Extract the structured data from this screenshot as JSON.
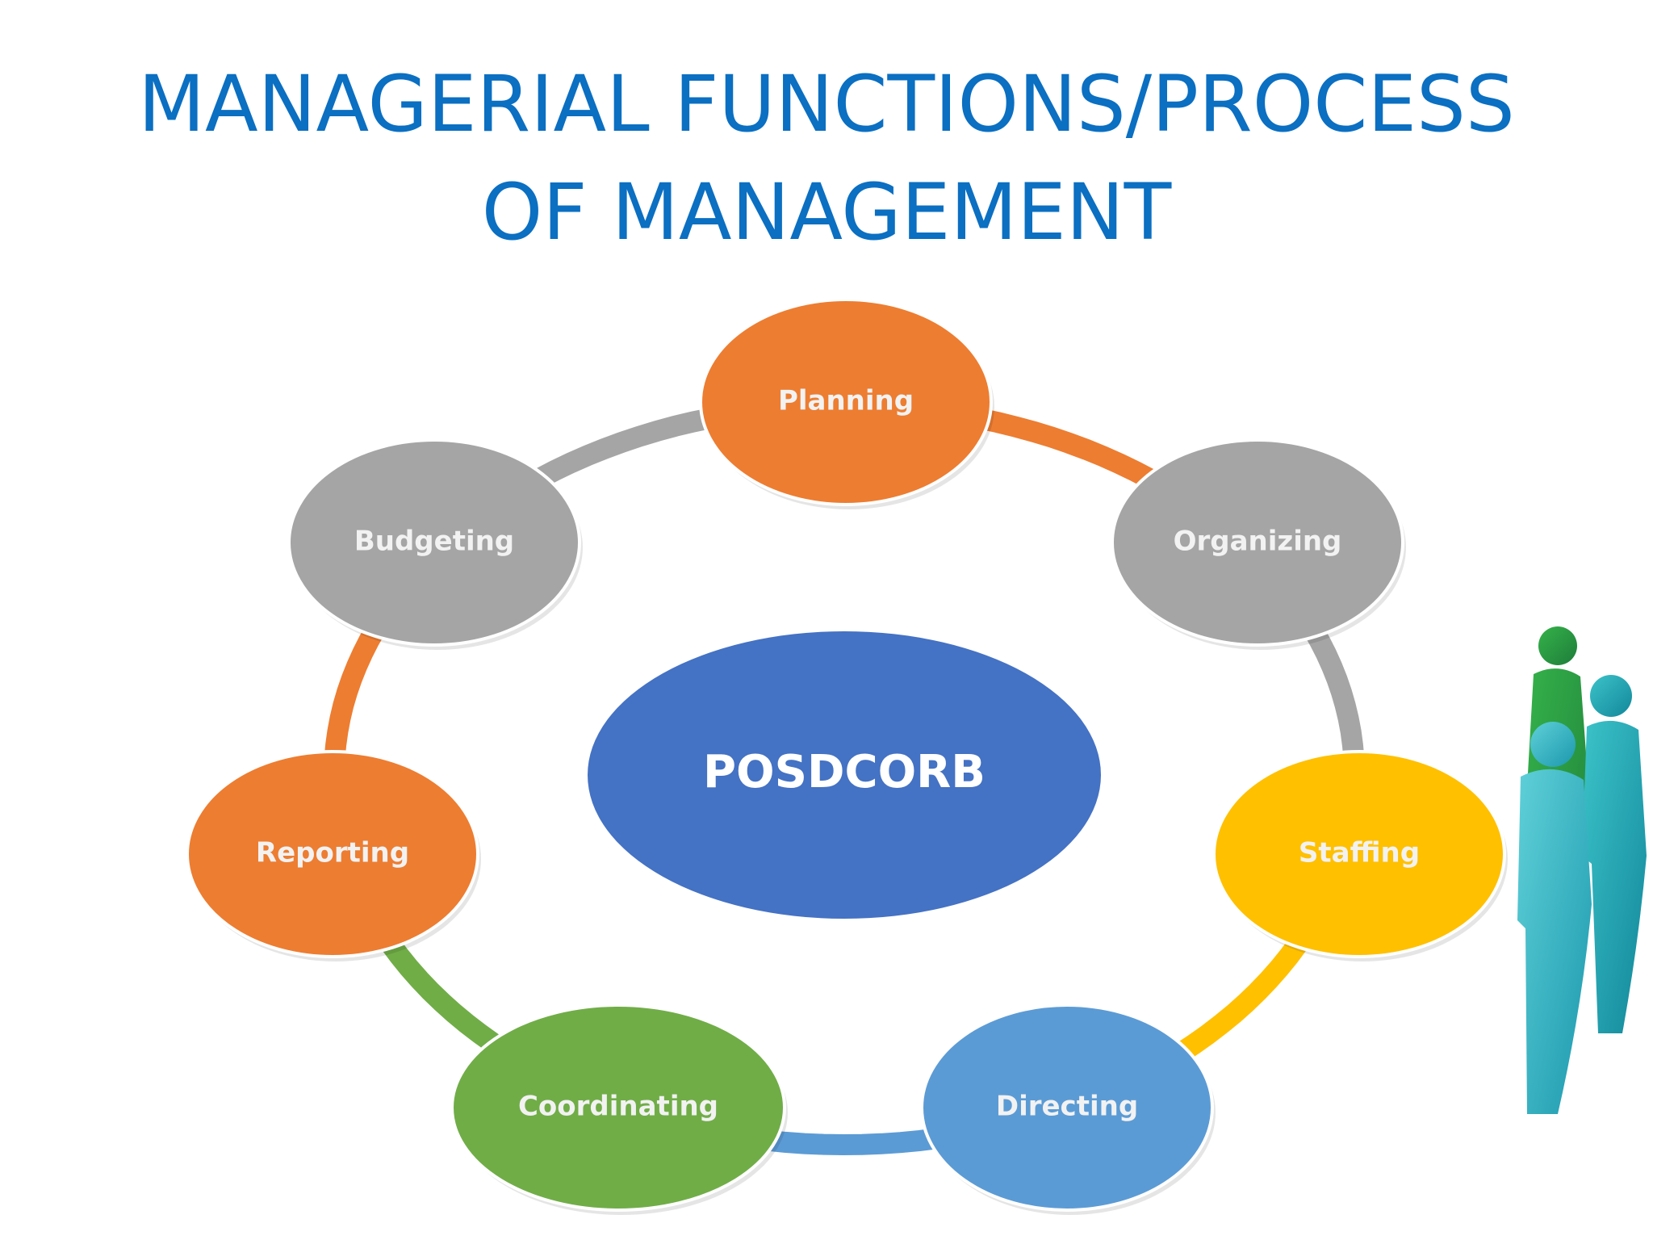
{
  "title": {
    "line1": "MANAGERIAL FUNCTIONS/PROCESS",
    "line2": "OF MANAGEMENT"
  },
  "center": {
    "label": "POSDCORB",
    "color": "#4472c4"
  },
  "nodes": [
    {
      "label": "Planning",
      "color": "#ed7d31"
    },
    {
      "label": "Organizing",
      "color": "#a5a5a5"
    },
    {
      "label": "Staffing",
      "color": "#ffc000"
    },
    {
      "label": "Directing",
      "color": "#5b9bd5"
    },
    {
      "label": "Coordinating",
      "color": "#70ad47"
    },
    {
      "label": "Reporting",
      "color": "#ed7d31"
    },
    {
      "label": "Budgeting",
      "color": "#a5a5a5"
    }
  ],
  "decoration": {
    "people_figures": "people-figures-illustration",
    "colors": [
      "#2e9e4a",
      "#22a7b8",
      "#1fb0c8"
    ]
  }
}
